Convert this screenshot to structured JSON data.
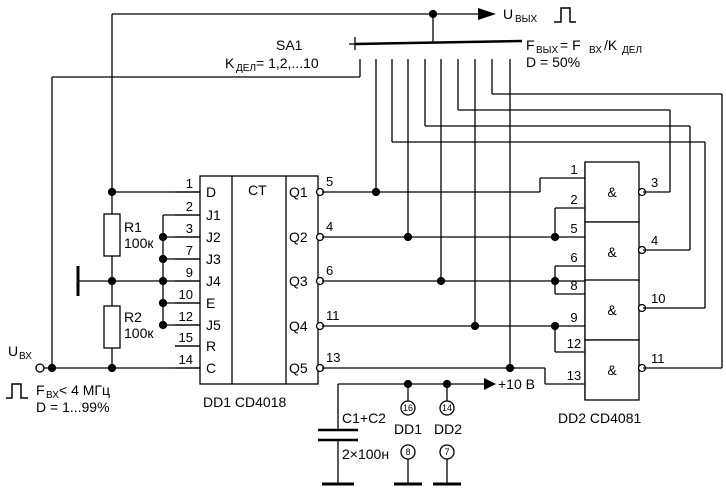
{
  "top_output": {
    "u_main": "U",
    "u_sub": "ВЫХ"
  },
  "switch": {
    "designator": "SA1",
    "k_main": "K",
    "k_sub": "ДЕЛ",
    "k_values": " = 1,2,...10"
  },
  "formula": {
    "f_out_main": "F",
    "f_out_sub": "ВЫХ",
    "eq": " = F",
    "f_in_sub": "ВХ",
    "slash": "/K",
    "k_sub": "ДЕЛ",
    "duty": "D = 50%"
  },
  "input": {
    "u_main": "U",
    "u_sub": "ВХ",
    "f_main": "F",
    "f_sub": "ВХ",
    "f_limit": " < 4 МГц",
    "duty": "D = 1...99%"
  },
  "resistors": {
    "r1_name": "R1",
    "r1_value": "100к",
    "r2_name": "R2",
    "r2_value": "100к"
  },
  "dd1": {
    "type_label": "CT",
    "caption": "DD1  CD4018",
    "left_pins": [
      {
        "num": "1",
        "name": "D"
      },
      {
        "num": "2",
        "name": "J1"
      },
      {
        "num": "3",
        "name": "J2"
      },
      {
        "num": "7",
        "name": "J3"
      },
      {
        "num": "9",
        "name": "J4"
      },
      {
        "num": "10",
        "name": "E"
      },
      {
        "num": "12",
        "name": "J5"
      },
      {
        "num": "15",
        "name": "R"
      },
      {
        "num": "14",
        "name": "C"
      }
    ],
    "right_pins": [
      {
        "num": "5",
        "name": "Q1"
      },
      {
        "num": "4",
        "name": "Q2"
      },
      {
        "num": "6",
        "name": "Q3"
      },
      {
        "num": "11",
        "name": "Q4"
      },
      {
        "num": "13",
        "name": "Q5"
      }
    ]
  },
  "dd2": {
    "caption": "DD2  CD4081",
    "gate_symbol": "&",
    "gates": [
      {
        "in_a": "1",
        "in_b": "2",
        "out": "3"
      },
      {
        "in_a": "5",
        "in_b": "6",
        "out": "4"
      },
      {
        "in_a": "8",
        "in_b": "9",
        "out": "10"
      },
      {
        "in_a": "12",
        "in_b": "13",
        "out": "11"
      }
    ]
  },
  "power": {
    "supply": "+10 В",
    "capacitor_name": "C1+C2",
    "capacitor_value": "2×100н",
    "dd1_label": "DD1",
    "dd2_label": "DD2",
    "dd1_vdd_pin": "16",
    "dd2_vdd_pin": "14",
    "dd1_gnd_pin": "8",
    "dd2_gnd_pin": "7"
  }
}
